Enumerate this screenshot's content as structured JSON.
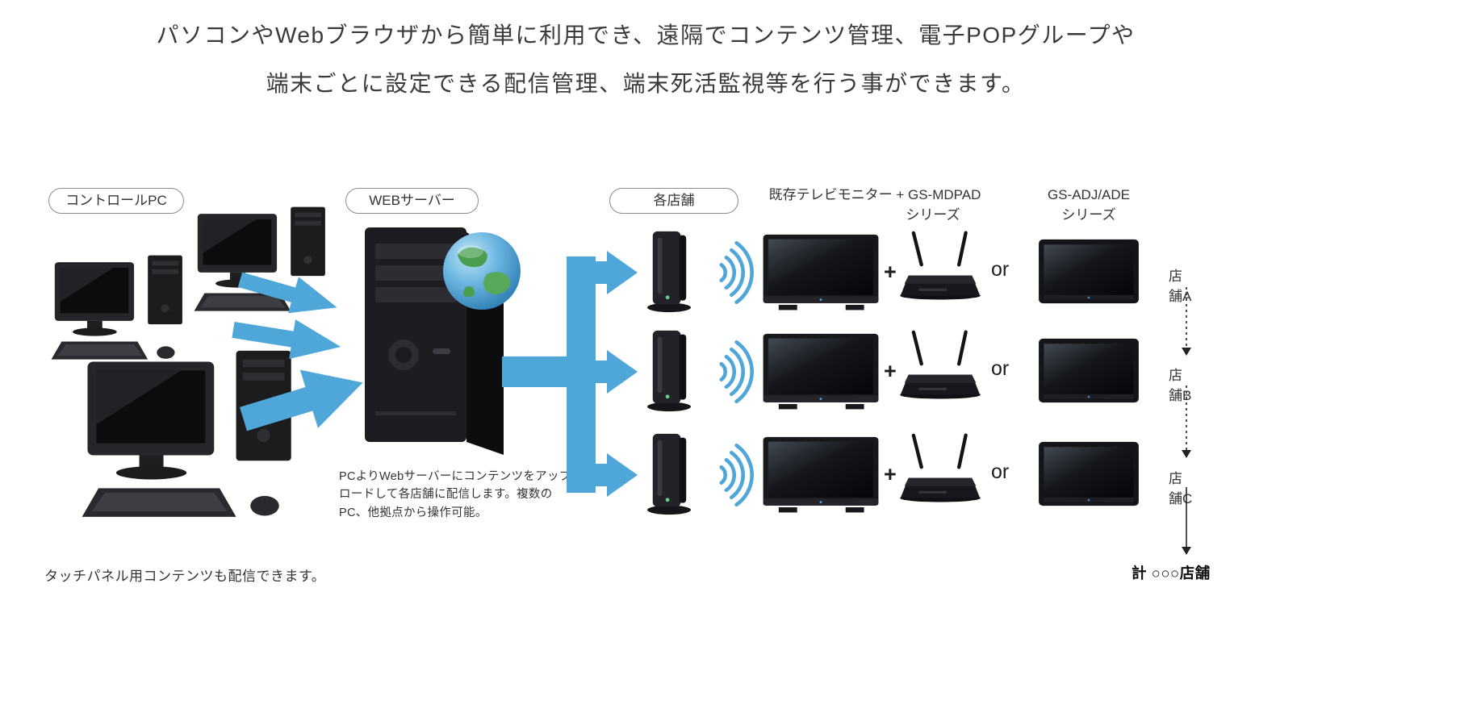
{
  "header": {
    "line1": "パソコンやWebブラウザから簡単に利用でき、遠隔でコンテンツ管理、電子POPグループや",
    "line2": "端末ごとに設定できる配信管理、端末死活監視等を行う事ができます。"
  },
  "nodes": {
    "control_pc_label": "コントロールPC",
    "web_server_label": "WEBサーバー",
    "stores_label": "各店舗"
  },
  "column_headers": {
    "tv_mdpad_line1": "既存テレビモニター + GS-MDPAD",
    "tv_mdpad_line2": "シリーズ",
    "adj_ade_line1": "GS-ADJ/ADE",
    "adj_ade_line2": "シリーズ"
  },
  "server_caption": {
    "line1": "PCよりWebサーバーにコンテンツをアップ",
    "line2": "ロードして各店舗に配信します。複数の",
    "line3": "PC、他拠点から操作可能。"
  },
  "rows": [
    {
      "plus": "+",
      "or": "or",
      "store_label": "店舗A"
    },
    {
      "plus": "+",
      "or": "or",
      "store_label": "店舗B"
    },
    {
      "plus": "+",
      "or": "or",
      "store_label": "店舗C"
    }
  ],
  "footer": {
    "touch_panel_note": "タッチパネル用コンテンツも配信できます。",
    "total_label": "計 ○○○店舗"
  },
  "colors": {
    "arrow_blue": "#4FA6D9",
    "text_dark": "#333333",
    "pill_border": "#8c8c8c"
  },
  "icons": {
    "desktop-pc-icon": "monitor+tower+keyboard shape",
    "server-tower-icon": "black tower server shape",
    "globe-icon": "blue/green earth circle",
    "set-top-box-icon": "vertical media player box",
    "wifi-waves-icon": "four blue arcs",
    "tv-monitor-icon": "black flat TV",
    "wireless-router-icon": "router with two antennas",
    "signage-display-icon": "frameless signage panel",
    "upload-arrow-icon": "blue block arrow",
    "branch-arrow-icon": "blue branching distribution arrow"
  }
}
